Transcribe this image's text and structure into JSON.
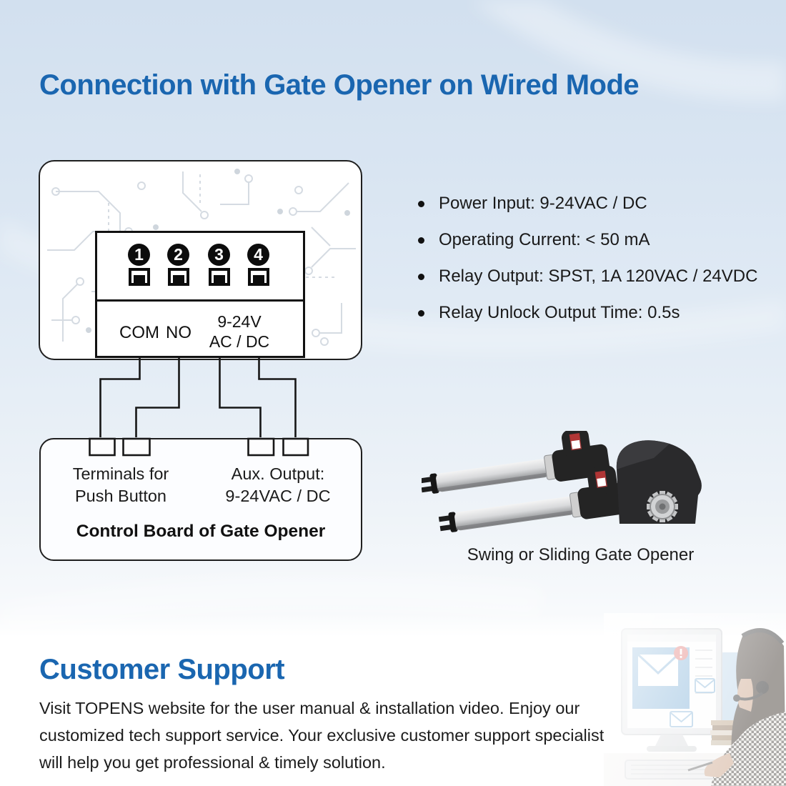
{
  "header": {
    "title": "Connection with Gate Opener on Wired Mode"
  },
  "colors": {
    "accent_blue": "#1a66b0",
    "diagram_line": "#1a1a1a",
    "badge_red": "#d64541",
    "page_background_top": "#d2e0ef",
    "page_background_bottom": "#ffffff"
  },
  "diagram": {
    "terminals": [
      {
        "number": "1"
      },
      {
        "number": "2"
      },
      {
        "number": "3"
      },
      {
        "number": "4"
      }
    ],
    "labels": {
      "com": "COM",
      "no": "NO",
      "voltage_line1": "9-24V",
      "voltage_line2": "AC / DC"
    },
    "control_board": {
      "terminals_line1": "Terminals for",
      "terminals_line2": "Push Button",
      "aux_line1": "Aux. Output:",
      "aux_line2": "9-24VAC / DC",
      "title": "Control Board of Gate Opener"
    }
  },
  "specs": {
    "items": [
      "Power Input: 9-24VAC / DC",
      "Operating Current: < 50 mA",
      "Relay Output: SPST, 1A 120VAC / 24VDC",
      "Relay Unlock Output Time: 0.5s"
    ]
  },
  "product": {
    "caption": "Swing or Sliding Gate Opener"
  },
  "support": {
    "heading": "Customer Support",
    "lines": [
      "Visit TOPENS website for the user manual & installation video. Enjoy our",
      "customized tech support service. Your exclusive customer support specialist",
      "will help you get professional & timely solution."
    ]
  }
}
